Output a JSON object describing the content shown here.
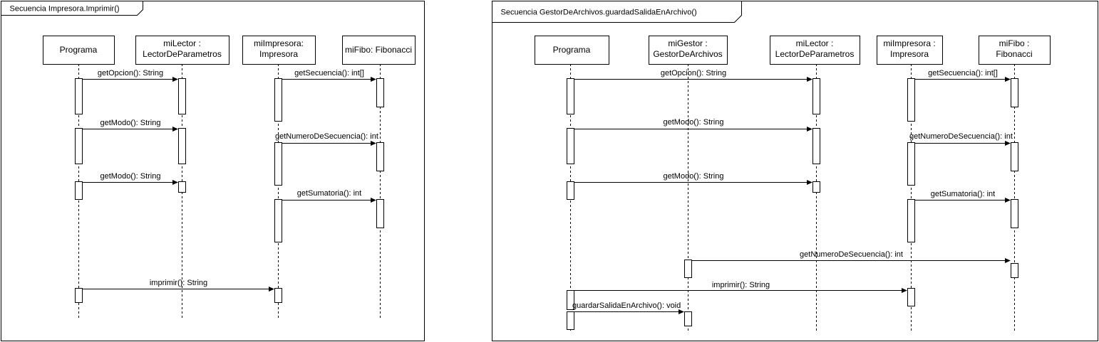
{
  "diagrams": [
    {
      "title": "Secuencia  Impresora.Imprimir()",
      "participants": [
        {
          "id": "programa",
          "lines": [
            "Programa"
          ]
        },
        {
          "id": "lector",
          "lines": [
            "miLector :",
            "LectorDeParametros"
          ]
        },
        {
          "id": "impresora",
          "lines": [
            "miImpresora:",
            "Impresora"
          ]
        },
        {
          "id": "fibo",
          "lines": [
            "miFibo: Fibonacci"
          ]
        }
      ],
      "messages": [
        {
          "from": "programa",
          "to": "lector",
          "label": "getOpcion(): String"
        },
        {
          "from": "impresora",
          "to": "fibo",
          "label": "getSecuencia(): int[]"
        },
        {
          "from": "programa",
          "to": "lector",
          "label": "getModo(): String"
        },
        {
          "from": "impresora",
          "to": "fibo",
          "label": "getNumeroDeSecuencia(): int"
        },
        {
          "from": "programa",
          "to": "lector",
          "label": "getModo(): String"
        },
        {
          "from": "impresora",
          "to": "fibo",
          "label": "getSumatoria(): int"
        },
        {
          "from": "programa",
          "to": "impresora",
          "label": "imprimir(): String"
        }
      ]
    },
    {
      "title": "Secuencia  GestorDeArchivos.guardadSalidaEnArchivo()",
      "participants": [
        {
          "id": "programa",
          "lines": [
            "Programa"
          ]
        },
        {
          "id": "gestor",
          "lines": [
            "miGestor :",
            "GestorDeArchivos"
          ]
        },
        {
          "id": "lector",
          "lines": [
            "miLector :",
            "LectorDeParametros"
          ]
        },
        {
          "id": "impresora",
          "lines": [
            "miImpresora :",
            "Impresora"
          ]
        },
        {
          "id": "fibo",
          "lines": [
            "miFibo :",
            "Fibonacci"
          ]
        }
      ],
      "messages": [
        {
          "from": "programa",
          "to": "lector",
          "label": "getOpcion(): String"
        },
        {
          "from": "impresora",
          "to": "fibo",
          "label": "getSecuencia(): int[]"
        },
        {
          "from": "programa",
          "to": "lector",
          "label": "getModo(): String"
        },
        {
          "from": "impresora",
          "to": "fibo",
          "label": "getNumeroDeSecuencia(): int"
        },
        {
          "from": "programa",
          "to": "lector",
          "label": "getModo(): String"
        },
        {
          "from": "impresora",
          "to": "fibo",
          "label": "getSumatoria(): int"
        },
        {
          "from": "gestor",
          "to": "fibo",
          "label": "getNumeroDeSecuencia(): int"
        },
        {
          "from": "programa",
          "to": "impresora",
          "label": "imprimir(): String"
        },
        {
          "from": "programa",
          "to": "gestor",
          "label": "guardarSalidaEnArchivo(): void"
        }
      ]
    }
  ]
}
